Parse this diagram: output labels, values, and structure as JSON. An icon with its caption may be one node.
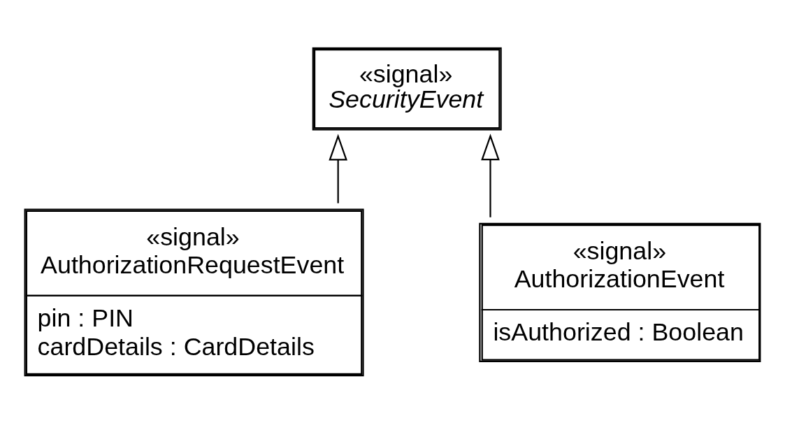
{
  "diagram": {
    "nodes": [
      {
        "text": [
          "«signal»",
          "SecurityEvent"
        ]
      },
      {
        "text": [
          "«signal»",
          "AuthorizationRequestEvent",
          "pin : PIN",
          "cardDetails : CardDetails"
        ]
      },
      {
        "text": [
          "«signal»",
          "AuthorizationEvent",
          "isAuthorized : Boolean"
        ]
      }
    ],
    "edges": [
      {
        "from": 1,
        "to": 0,
        "arrow": "to"
      },
      {
        "from": 2,
        "to": 0,
        "arrow": "to"
      }
    ]
  }
}
